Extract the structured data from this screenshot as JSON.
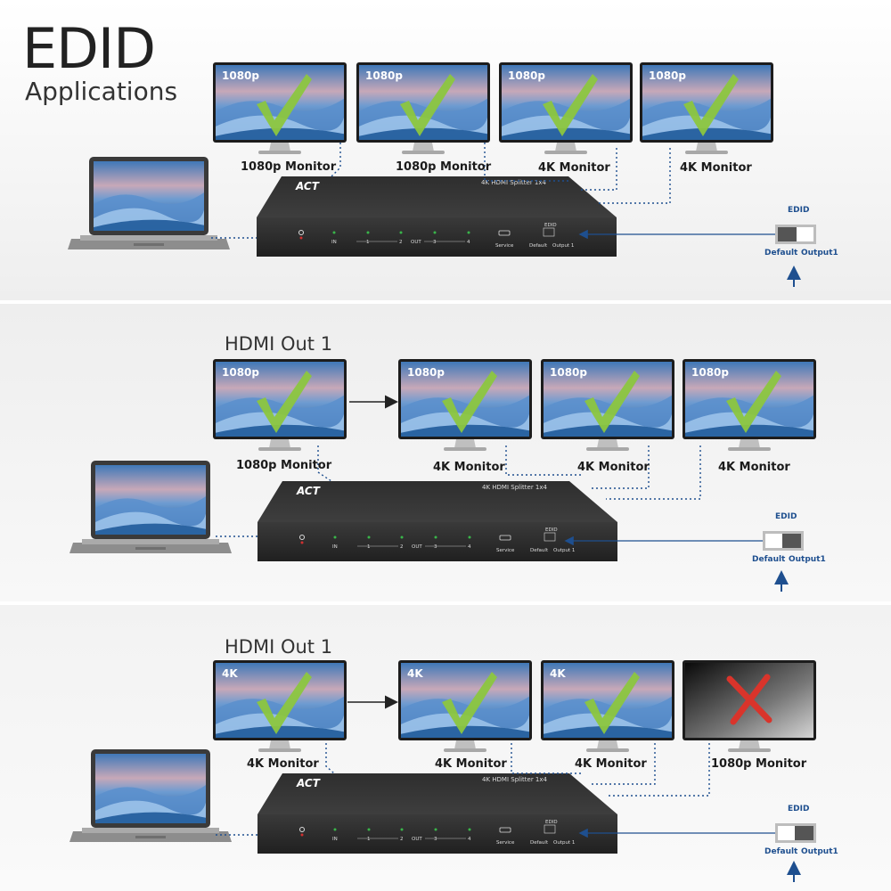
{
  "header": {
    "title": "EDID",
    "subtitle": "Applications"
  },
  "sections": [
    {
      "title": "",
      "monitors": [
        {
          "resolution_badge": "1080p",
          "label": "1080p Monitor",
          "status": "check"
        },
        {
          "resolution_badge": "1080p",
          "label": "1080p Monitor",
          "status": "check"
        },
        {
          "resolution_badge": "1080p",
          "label": "4K Monitor",
          "status": "check"
        },
        {
          "resolution_badge": "1080p",
          "label": "4K Monitor",
          "status": "check"
        }
      ],
      "switch": {
        "label": "EDID",
        "left": "Default",
        "right": "Output1",
        "position": "Default"
      }
    },
    {
      "title": "HDMI Out 1",
      "monitors": [
        {
          "resolution_badge": "1080p",
          "label": "1080p Monitor",
          "status": "check"
        },
        {
          "resolution_badge": "1080p",
          "label": "4K Monitor",
          "status": "check"
        },
        {
          "resolution_badge": "1080p",
          "label": "4K Monitor",
          "status": "check"
        },
        {
          "resolution_badge": "1080p",
          "label": "4K Monitor",
          "status": "check"
        }
      ],
      "switch": {
        "label": "EDID",
        "left": "Default",
        "right": "Output1",
        "position": "Output1"
      }
    },
    {
      "title": "HDMI Out 1",
      "monitors": [
        {
          "resolution_badge": "4K",
          "label": "4K Monitor",
          "status": "check"
        },
        {
          "resolution_badge": "4K",
          "label": "4K Monitor",
          "status": "check"
        },
        {
          "resolution_badge": "4K",
          "label": "4K Monitor",
          "status": "check"
        },
        {
          "resolution_badge": "",
          "label": "1080p Monitor",
          "status": "cross"
        }
      ],
      "switch": {
        "label": "EDID",
        "left": "Default",
        "right": "Output1",
        "position": "Output1"
      }
    }
  ],
  "splitter": {
    "brand": "ACT",
    "model": "4K HDMI Splitter 1x4",
    "in_label": "IN",
    "out_label": "OUT",
    "port_numbers": [
      "1",
      "2",
      "3",
      "4"
    ],
    "service_label": "Service",
    "edid_label": "EDID",
    "default_label": "Default",
    "output_label": "Output 1"
  },
  "colors": {
    "accent": "#1e4f8f",
    "check": "#8cc63f",
    "cross": "#d9342b",
    "device": "#2b2b2b",
    "led": "#39b54a"
  }
}
